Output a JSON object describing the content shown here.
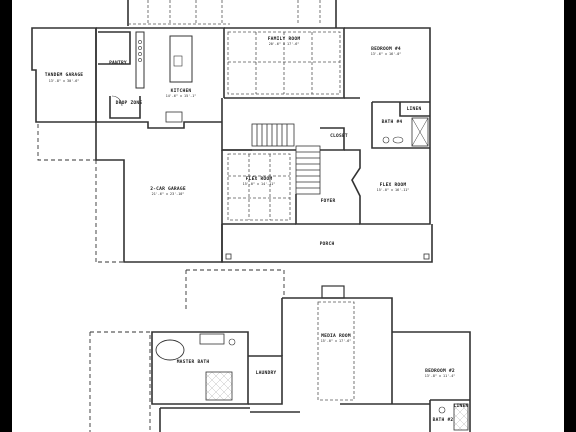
{
  "rooms": {
    "tandem_garage": {
      "name": "TANDEM GARAGE",
      "dim": "13'-8\" x 30'-6\""
    },
    "pantry": {
      "name": "PANTRY"
    },
    "drop_zone": {
      "name": "DROP ZONE"
    },
    "kitchen": {
      "name": "KITCHEN",
      "dim": "14'-6\" x 15'-1\""
    },
    "family_room": {
      "name": "FAMILY ROOM",
      "dim": "20'-6\" x 17'-6\""
    },
    "bedroom_4": {
      "name": "BEDROOM #4",
      "dim": "13'-6\" x 16'-0\""
    },
    "linen": {
      "name": "LINEN"
    },
    "bath_4": {
      "name": "BATH #4"
    },
    "closet": {
      "name": "CLOSET"
    },
    "two_car_garage": {
      "name": "2-CAR GARAGE",
      "dim": "21'-6\" x 23'-10\""
    },
    "flex_room_1": {
      "name": "FLEX ROOM",
      "dim": "15'-0\" x 14'-11\""
    },
    "flex_room_2": {
      "name": "FLEX ROOM",
      "dim": "15'-0\" x 16'-11\""
    },
    "foyer": {
      "name": "FOYER"
    },
    "porch": {
      "name": "PORCH"
    },
    "master_bath": {
      "name": "MASTER BATH"
    },
    "laundry": {
      "name": "LAUNDRY"
    },
    "media_room": {
      "name": "MEDIA ROOM",
      "dim": "15'-0\" x 17'-6\""
    },
    "bedroom_2": {
      "name": "BEDROOM #2",
      "dim": "13'-8\" x 11'-4\""
    },
    "linen_2": {
      "name": "LINEN"
    },
    "bath_2": {
      "name": "BATH #2"
    }
  }
}
